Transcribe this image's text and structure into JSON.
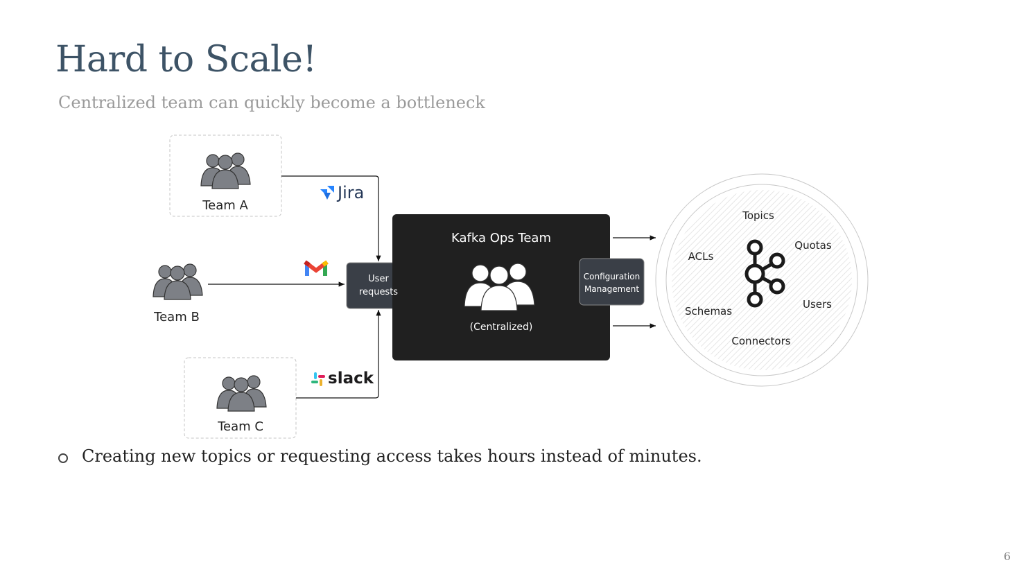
{
  "slide": {
    "title": "Hard to Scale!",
    "subtitle": "Centralized team can quickly become a bottleneck",
    "page_number": "6"
  },
  "teams": [
    {
      "label": "Team A",
      "channel": "Jira"
    },
    {
      "label": "Team B",
      "channel": "Gmail"
    },
    {
      "label": "Team C",
      "channel": "slack"
    }
  ],
  "brands": {
    "jira": "Jira",
    "slack": "slack"
  },
  "user_requests": {
    "line1": "User",
    "line2": "requests"
  },
  "ops_team": {
    "title": "Kafka Ops Team",
    "caption": "(Centralized)"
  },
  "config_management": {
    "line1": "Configuration",
    "line2": "Management"
  },
  "kafka_resources": {
    "topics": "Topics",
    "quotas": "Quotas",
    "acls": "ACLs",
    "users": "Users",
    "schemas": "Schemas",
    "connectors": "Connectors"
  },
  "bullets": [
    "Creating new topics or requesting access takes hours instead of minutes."
  ],
  "colors": {
    "title": "#3d5366",
    "ops_box": "#202020",
    "request_box": "#3a3f47",
    "team_icon": "#7d8086",
    "jira_blue": "#2684ff",
    "gmail_red": "#ea4335",
    "gmail_blue": "#4285f4",
    "gmail_green": "#34a853",
    "gmail_yellow": "#fbbc04"
  }
}
